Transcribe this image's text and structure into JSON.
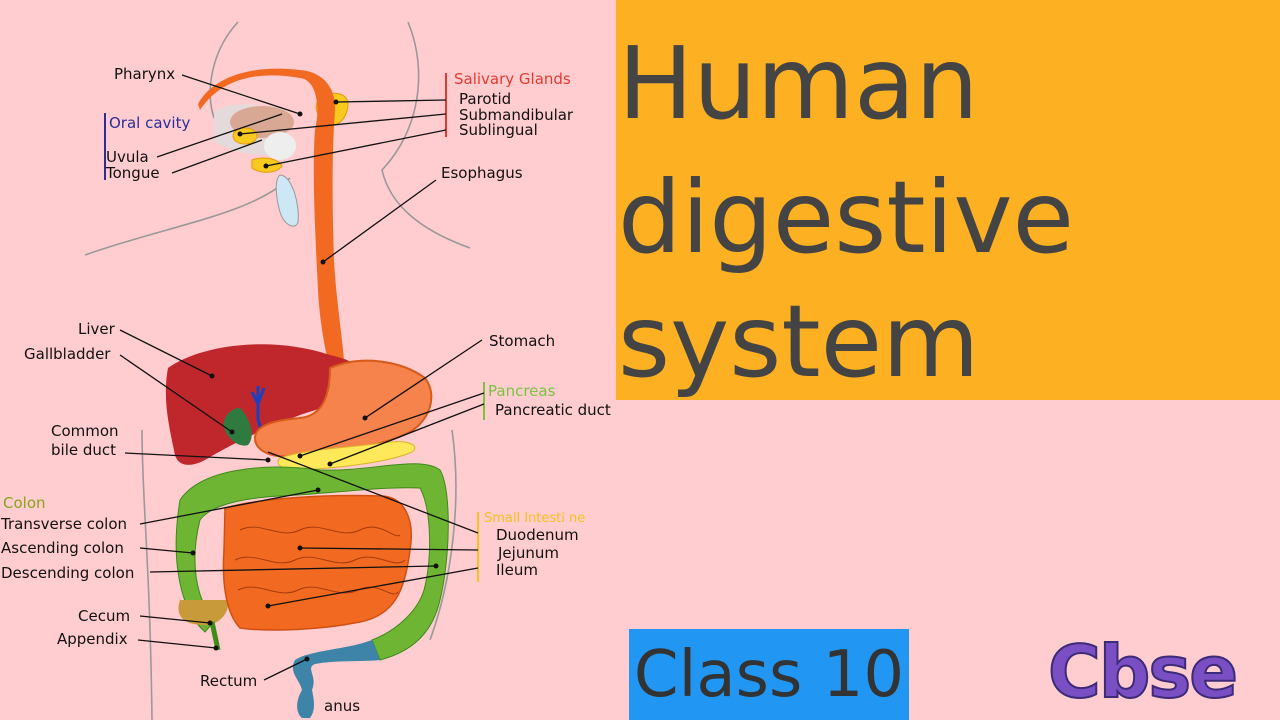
{
  "title": {
    "lines": [
      "Human",
      "digestive",
      "system"
    ],
    "background": "#fdb022",
    "text_color": "#444444"
  },
  "class_badge": {
    "label": "Class 10",
    "background": "#2196f3"
  },
  "board_badge": {
    "label": "Cbse",
    "color": "#7a4fc4"
  },
  "diagram": {
    "groups": {
      "salivary_glands": {
        "label": "Salivary Glands",
        "color": "#e23b2e"
      },
      "oral_cavity": {
        "label": "Oral cavity",
        "color": "#2c2c9a"
      },
      "pancreas": {
        "label": "Pancreas",
        "color": "#7cc243"
      },
      "colon": {
        "label": "Colon",
        "color": "#8aa21c"
      },
      "small_intestine": {
        "label": "Small Intesti ne",
        "color": "#f4c21d"
      }
    },
    "labels": {
      "pharynx": "Pharynx",
      "parotid": "Parotid",
      "submandibular": "Submandibular",
      "sublingual": "Sublingual",
      "uvula": "Uvula",
      "tongue": "Tongue",
      "esophagus": "Esophagus",
      "liver": "Liver",
      "gallbladder": "Gallbladder",
      "stomach": "Stomach",
      "pancreatic_duct": "Pancreatic duct",
      "common_bile_duct_1": "Common",
      "common_bile_duct_2": "bile duct",
      "transverse_colon": "Transverse colon",
      "ascending_colon": "Ascending colon",
      "descending_colon": "Descending colon",
      "duodenum": "Duodenum",
      "jejunum": "Jejunum",
      "ileum": "Ileum",
      "cecum": "Cecum",
      "appendix": "Appendix",
      "rectum": "Rectum",
      "anus": "anus"
    }
  }
}
